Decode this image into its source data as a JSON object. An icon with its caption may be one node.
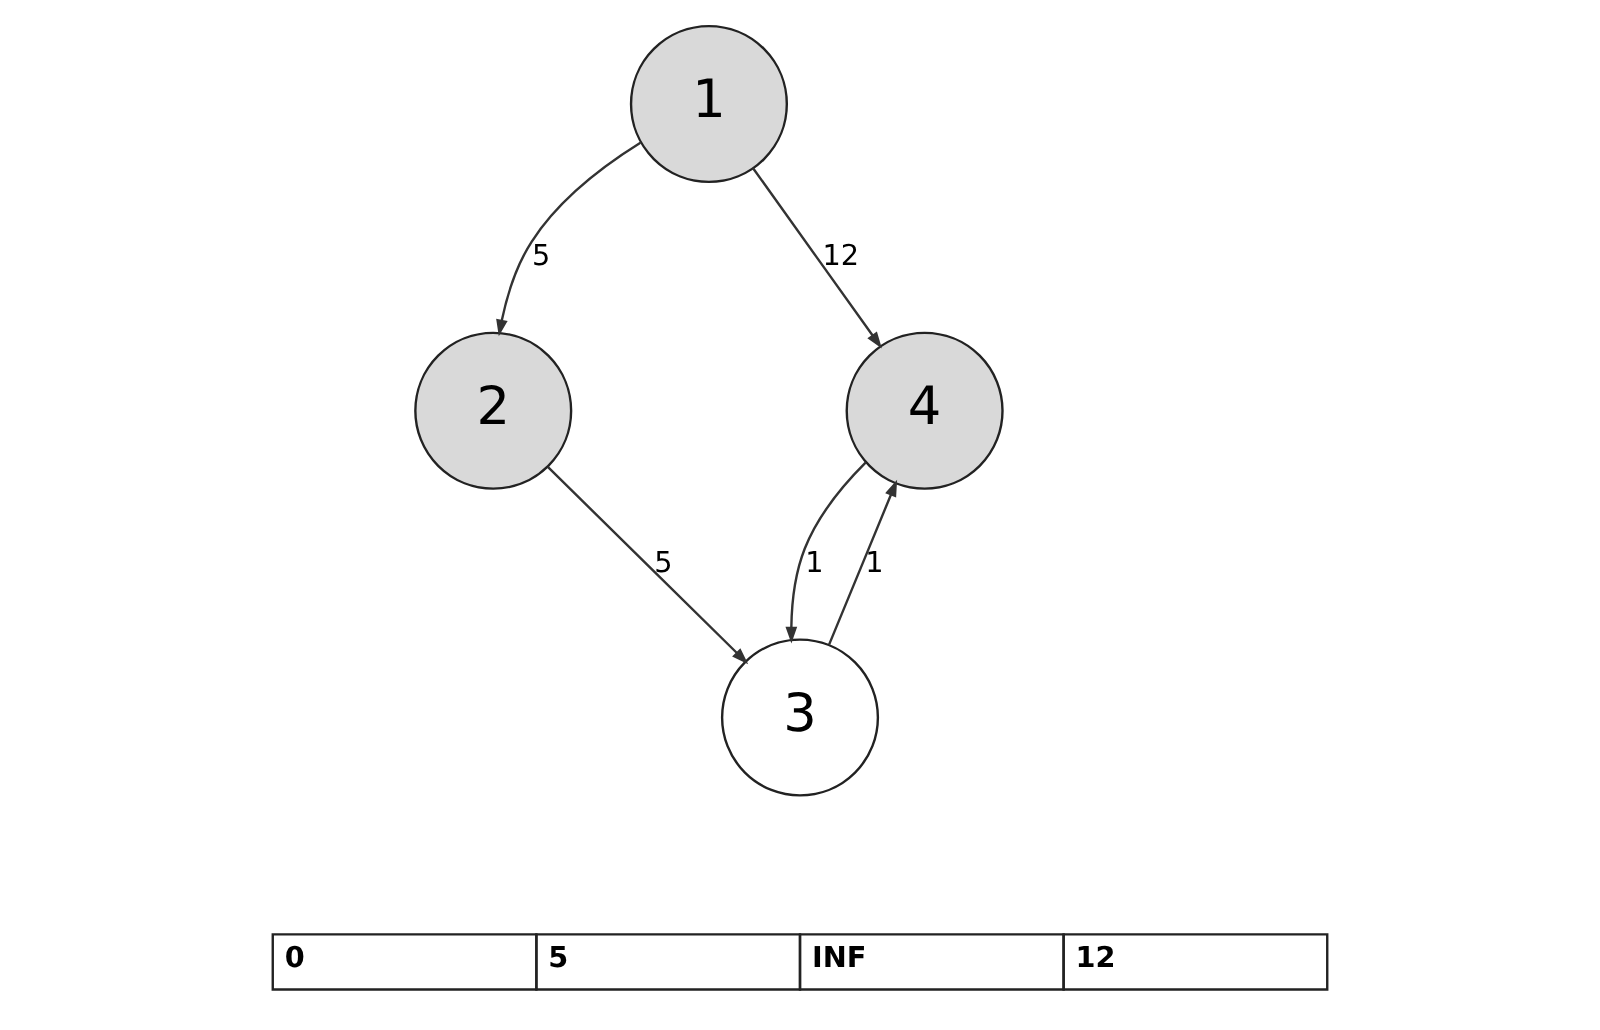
{
  "diagram": {
    "nodes": [
      {
        "text": [
          "1"
        ]
      },
      {
        "text": [
          "2"
        ]
      },
      {
        "text": [
          "4"
        ]
      },
      {
        "text": [
          "3"
        ]
      }
    ],
    "edges": [
      {
        "from": 0,
        "to": 1,
        "arrow": "to",
        "label": "5"
      },
      {
        "from": 0,
        "to": 2,
        "arrow": "to",
        "label": "12"
      },
      {
        "from": 1,
        "to": 3,
        "arrow": "to",
        "label": "5"
      },
      {
        "from": 3,
        "to": 2,
        "arrow": "to",
        "label": "1"
      },
      {
        "from": 2,
        "to": 3,
        "arrow": "to",
        "label": "1"
      }
    ],
    "labels": [
      "0",
      "5",
      "INF",
      "12"
    ]
  }
}
